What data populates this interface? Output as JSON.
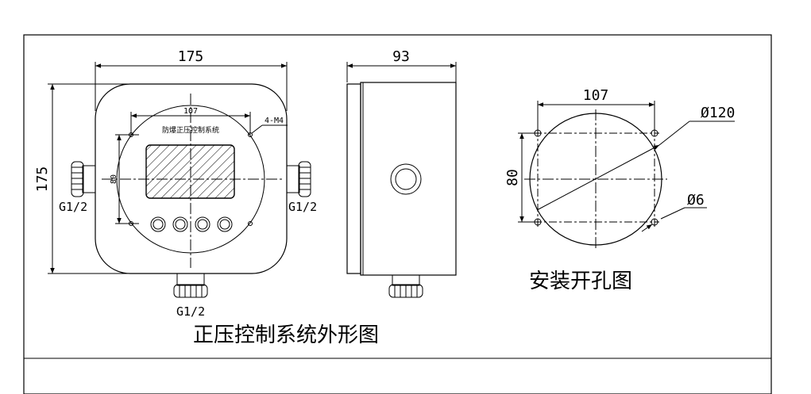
{
  "front_view": {
    "width_dim": "175",
    "height_dim": "175",
    "inner_width_dim": "107",
    "inner_height_dim": "80",
    "panel_title": "防爆正压控制系统",
    "hole_spec": "4-M4",
    "left_gland": "G1/2",
    "right_gland": "G1/2",
    "bottom_gland": "G1/2",
    "caption": "正压控制系统外形图"
  },
  "side_view": {
    "depth_dim": "93"
  },
  "cutout": {
    "width_dim": "107",
    "height_dim": "80",
    "circle_dim": "Ø120",
    "hole_dim": "Ø6",
    "caption": "安装开孔图"
  },
  "colors": {
    "line": "#000000",
    "background": "#ffffff"
  }
}
